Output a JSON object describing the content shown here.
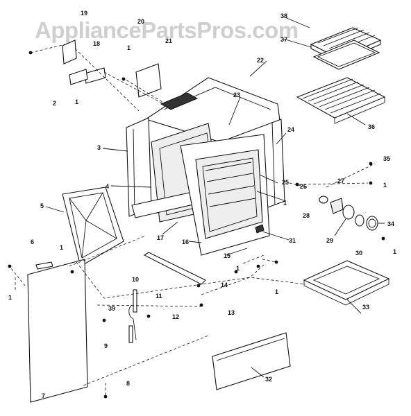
{
  "watermark": "AppliancePartsPros.com",
  "labels": [
    "1",
    "2",
    "3",
    "4",
    "5",
    "6",
    "7",
    "8",
    "9",
    "10",
    "11",
    "12",
    "13",
    "14",
    "15",
    "16",
    "17",
    "18",
    "19",
    "20",
    "21",
    "22",
    "23",
    "24",
    "25",
    "26",
    "27",
    "28",
    "29",
    "30",
    "31",
    "32",
    "33",
    "34",
    "35",
    "36",
    "37",
    "38",
    "39"
  ],
  "extra_labels": [
    "1",
    "1",
    "1",
    "1",
    "1",
    "1",
    "1",
    "1"
  ]
}
